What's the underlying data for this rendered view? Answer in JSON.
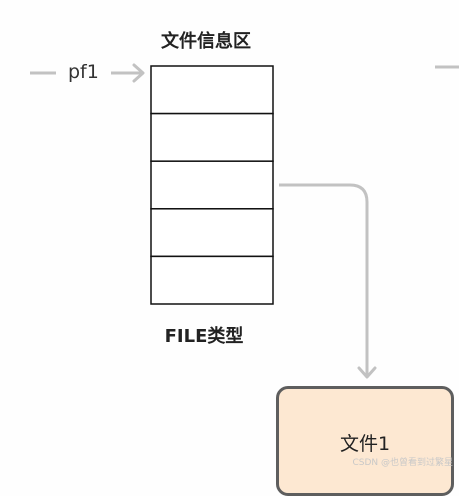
{
  "diagram": {
    "region_title": "文件信息区",
    "pointer_label": "pf1",
    "type_label": "FILE类型",
    "file_label": "文件1",
    "table_row_count": 5,
    "colors": {
      "connector": "#c2c2c2",
      "table_border": "#111111",
      "file_fill": "#fde8d2",
      "file_border": "#5e5e5e"
    }
  },
  "watermark": "CSDN @也曾看到过繁星"
}
